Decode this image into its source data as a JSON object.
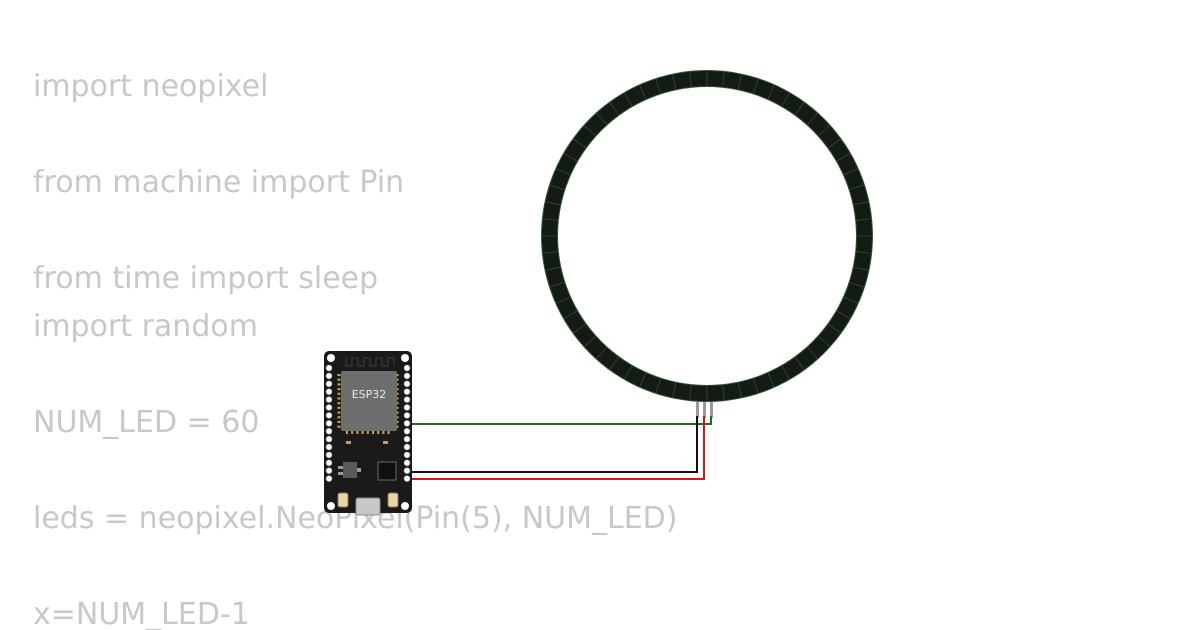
{
  "code": {
    "lines": [
      "import neopixel",
      "from machine import Pin",
      "from time import sleep",
      "import random",
      "NUM_LED = 60",
      "leds = neopixel.NeoPixel(Pin(5), NUM_LED)",
      "x=NUM_LED-1"
    ]
  },
  "board": {
    "chip_label": "ESP32"
  },
  "ring": {
    "led_count": 60
  },
  "colors": {
    "code_text": "#c8c8c8",
    "board": "#1a1a1a",
    "chip": "#6e6e6e",
    "ring": "#141a14",
    "wire_data": "#1e6b1e",
    "wire_gnd": "#111111",
    "wire_vcc": "#d01818"
  }
}
